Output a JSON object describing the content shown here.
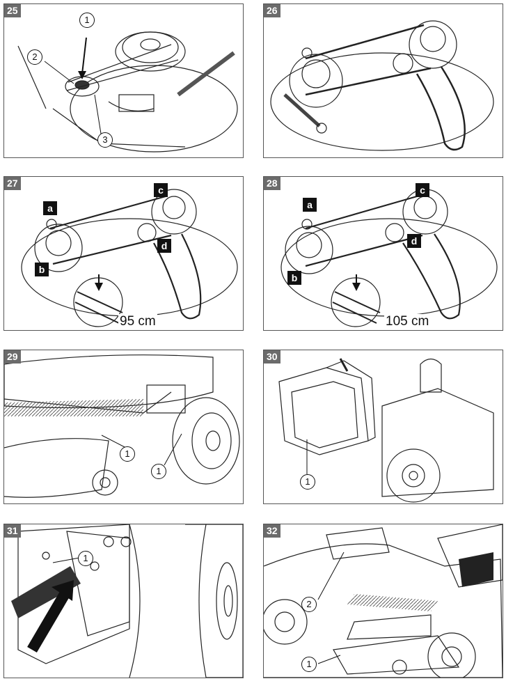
{
  "panels": [
    {
      "number": "25",
      "callouts": [
        "1",
        "2",
        "3"
      ]
    },
    {
      "number": "26"
    },
    {
      "number": "27",
      "labels": [
        "a",
        "b",
        "c",
        "d"
      ],
      "measurement": "95 cm"
    },
    {
      "number": "28",
      "labels": [
        "a",
        "b",
        "c",
        "d"
      ],
      "measurement": "105 cm"
    },
    {
      "number": "29",
      "callouts": [
        "1",
        "1"
      ]
    },
    {
      "number": "30",
      "callouts": [
        "1"
      ]
    },
    {
      "number": "31",
      "callouts": [
        "1"
      ]
    },
    {
      "number": "32",
      "callouts": [
        "1",
        "2"
      ]
    }
  ]
}
